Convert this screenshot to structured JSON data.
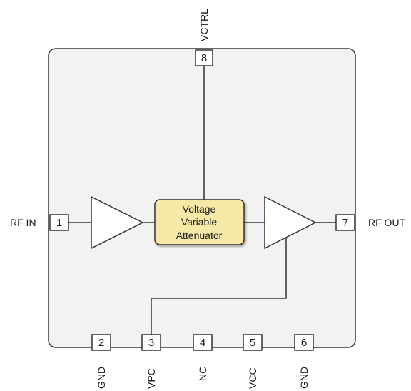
{
  "diagram": {
    "attenuator": {
      "line1": "Voltage",
      "line2": "Variable",
      "line3": "Attenuator"
    },
    "pins": [
      {
        "number": "1",
        "label": "RF IN"
      },
      {
        "number": "2",
        "label": "GND"
      },
      {
        "number": "3",
        "label": "VPC"
      },
      {
        "number": "4",
        "label": "NC"
      },
      {
        "number": "5",
        "label": "VCC"
      },
      {
        "number": "6",
        "label": "GND"
      },
      {
        "number": "7",
        "label": "RF OUT"
      },
      {
        "number": "8",
        "label": "VCTRL"
      }
    ],
    "colors": {
      "package_fill": "#f2f2f2",
      "attenuator_fill": "#f6e8a6",
      "line": "#333333"
    }
  }
}
